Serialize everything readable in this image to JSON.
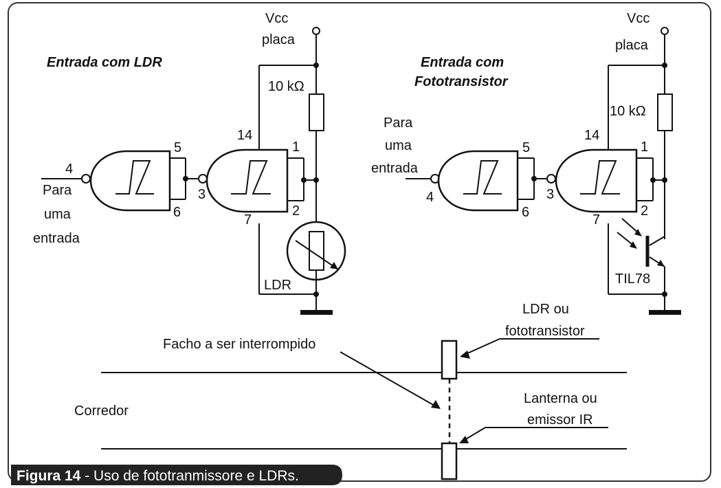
{
  "left_circuit": {
    "title": "Entrada com LDR",
    "vcc_line1": "Vcc",
    "vcc_line2": "placa",
    "resistor": "10 kΩ",
    "sensor": "LDR",
    "input_pin": "4",
    "input_line1": "Para",
    "input_line2": "uma",
    "input_line3": "entrada",
    "pins": {
      "p5": "5",
      "p6": "6",
      "p3": "3",
      "p14": "14",
      "p1": "1",
      "p2": "2",
      "p7": "7"
    }
  },
  "right_circuit": {
    "title_line1": "Entrada com",
    "title_line2": "Fototransistor",
    "vcc_line1": "Vcc",
    "vcc_line2": "placa",
    "resistor": "10 kΩ",
    "sensor": "TIL78",
    "input_pin": "4",
    "input_line1": "Para",
    "input_line2": "uma",
    "input_line3": "entrada",
    "pins": {
      "p5": "5",
      "p6": "6",
      "p3": "3",
      "p14": "14",
      "p1": "1",
      "p2": "2",
      "p7": "7"
    }
  },
  "corridor": {
    "beam_label": "Facho a ser interrompido",
    "corridor_label": "Corredor",
    "detector_line1": "LDR ou",
    "detector_line2": "fototransistor",
    "emitter_line1": "Lanterna ou",
    "emitter_line2": "emissor IR"
  },
  "caption": {
    "label": "Figura 14",
    "text": " - Uso de fototranmissore e LDRs."
  }
}
